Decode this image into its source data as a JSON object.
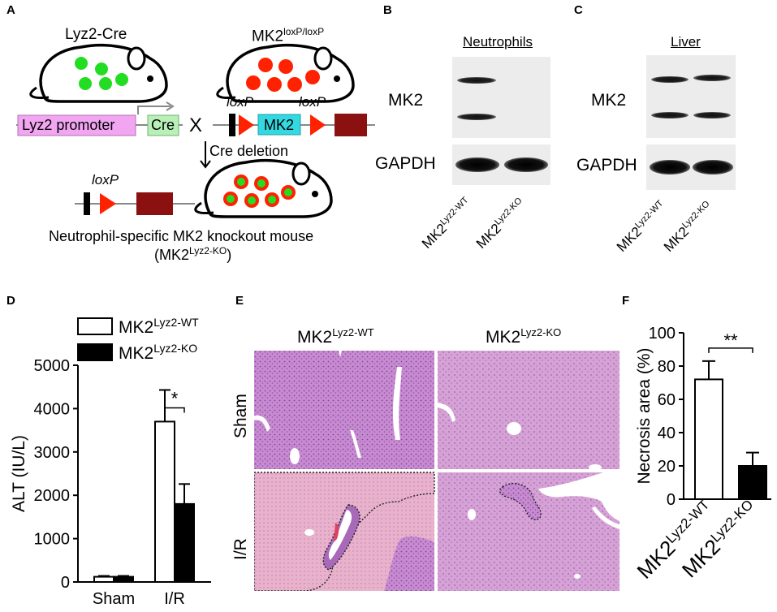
{
  "panels": {
    "A": {
      "letter": "A",
      "mouse_left_label": "Lyz2-Cre",
      "mouse_right_label_base": "MK2",
      "mouse_right_label_sup": "loxP/loxP",
      "promoter_label": "Lyz2 promoter",
      "cre_label": "Cre",
      "cross_symbol": "X",
      "loxp_label": "loxP",
      "mk2_box_label": "MK2",
      "deletion_label": "Cre deletion",
      "result_title": "Neutrophil-specific MK2 knockout mouse",
      "result_sub_open": "(MK2",
      "result_sub_sup": "Lyz2-KO",
      "result_sub_close": ")"
    },
    "B": {
      "letter": "B",
      "tissue": "Neutrophils",
      "row1": "MK2",
      "row2": "GAPDH",
      "lane1_base": "MK2",
      "lane1_sup": "Lyz2-WT",
      "lane2_base": "MK2",
      "lane2_sup": "Lyz2-KO"
    },
    "C": {
      "letter": "C",
      "tissue": "Liver",
      "row1": "MK2",
      "row2": "GAPDH",
      "lane1_base": "MK2",
      "lane1_sup": "Lyz2-WT",
      "lane2_base": "MK2",
      "lane2_sup": "Lyz2-KO"
    },
    "D": {
      "letter": "D"
    },
    "E": {
      "letter": "E",
      "col1_base": "MK2",
      "col1_sup": "Lyz2-WT",
      "col2_base": "MK2",
      "col2_sup": "Lyz2-KO",
      "row1": "Sham",
      "row2": "I/R"
    },
    "F": {
      "letter": "F"
    }
  },
  "chart_data": [
    {
      "panel": "D",
      "type": "bar",
      "ylabel": "ALT (IU/L)",
      "ylim": [
        0,
        5000
      ],
      "yticks": [
        0,
        1000,
        2000,
        3000,
        4000,
        5000
      ],
      "categories": [
        "Sham",
        "I/R"
      ],
      "series": [
        {
          "name_base": "MK2",
          "name_sup": "Lyz2-WT",
          "color": "#ffffff",
          "values": [
            120,
            3700
          ],
          "errors": [
            20,
            730
          ]
        },
        {
          "name_base": "MK2",
          "name_sup": "Lyz2-KO",
          "color": "#000000",
          "values": [
            120,
            1800
          ],
          "errors": [
            20,
            460
          ]
        }
      ],
      "significance": [
        {
          "category": "I/R",
          "label": "*"
        }
      ]
    },
    {
      "panel": "F",
      "type": "bar",
      "ylabel": "Necrosis area (%)",
      "ylim": [
        0,
        100
      ],
      "yticks": [
        0,
        20,
        40,
        60,
        80,
        100
      ],
      "categories": [
        {
          "base": "MK2",
          "sup": "Lyz2-WT"
        },
        {
          "base": "MK2",
          "sup": "Lyz2-KO"
        }
      ],
      "values": [
        72,
        20
      ],
      "errors": [
        11,
        8
      ],
      "colors": [
        "#ffffff",
        "#000000"
      ],
      "significance": "**"
    }
  ]
}
